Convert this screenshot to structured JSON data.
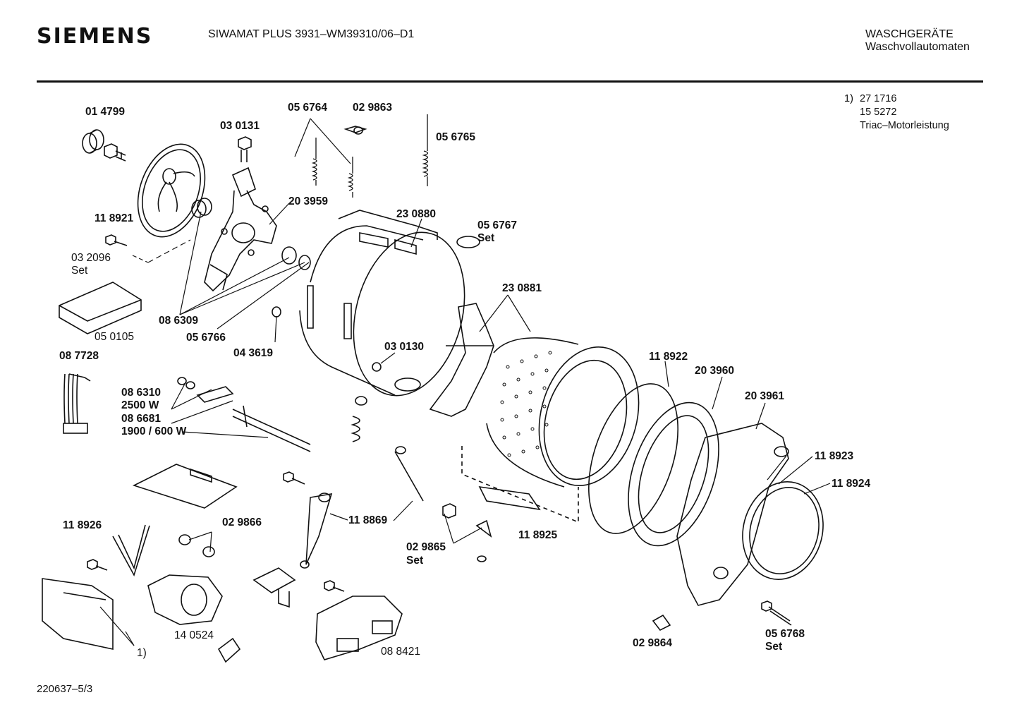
{
  "header": {
    "brand": "SIEMENS",
    "model": "SIWAMAT PLUS 3931–WM39310/06–D1",
    "category": "WASCHGERÄTE",
    "subcategory": "Waschvollautomaten"
  },
  "note": {
    "ref": "1)",
    "line1": "27 1716",
    "line2": "15 5272",
    "line3": "Triac–Motorleistung"
  },
  "doc_id": "220637–5/3",
  "parts": {
    "p014799": "01 4799",
    "p030131": "03 0131",
    "p056764": "05 6764",
    "p029863": "02 9863",
    "p056765": "05 6765",
    "p118921": "11 8921",
    "p032096": "03 2096",
    "p032096_set": "Set",
    "p203959": "20 3959",
    "p230880": "23 0880",
    "p056767": "05 6767",
    "p056767_set": "Set",
    "p050105": "05 0105",
    "p086309": "08 6309",
    "p056766": "05 6766",
    "p043619": "04 3619",
    "p230881": "23 0881",
    "p030130": "03 0130",
    "p087728": "08 7728",
    "p086310": "08 6310",
    "p2500w": "2500 W",
    "p086681": "08 6681",
    "p1900w": "1900 / 600 W",
    "p118922": "11 8922",
    "p203960": "20 3960",
    "p203961": "20 3961",
    "p118923": "11 8923",
    "p118924": "11 8924",
    "p118926": "11 8926",
    "p029866": "02 9866",
    "p118869": "11 8869",
    "p029865": "02 9865",
    "p029865_set": "Set",
    "p118925": "11 8925",
    "p140524": "14 0524",
    "p1ref": "1)",
    "p088421": "08 8421",
    "p029864": "02 9864",
    "p056768": "05 6768",
    "p056768_set": "Set"
  }
}
